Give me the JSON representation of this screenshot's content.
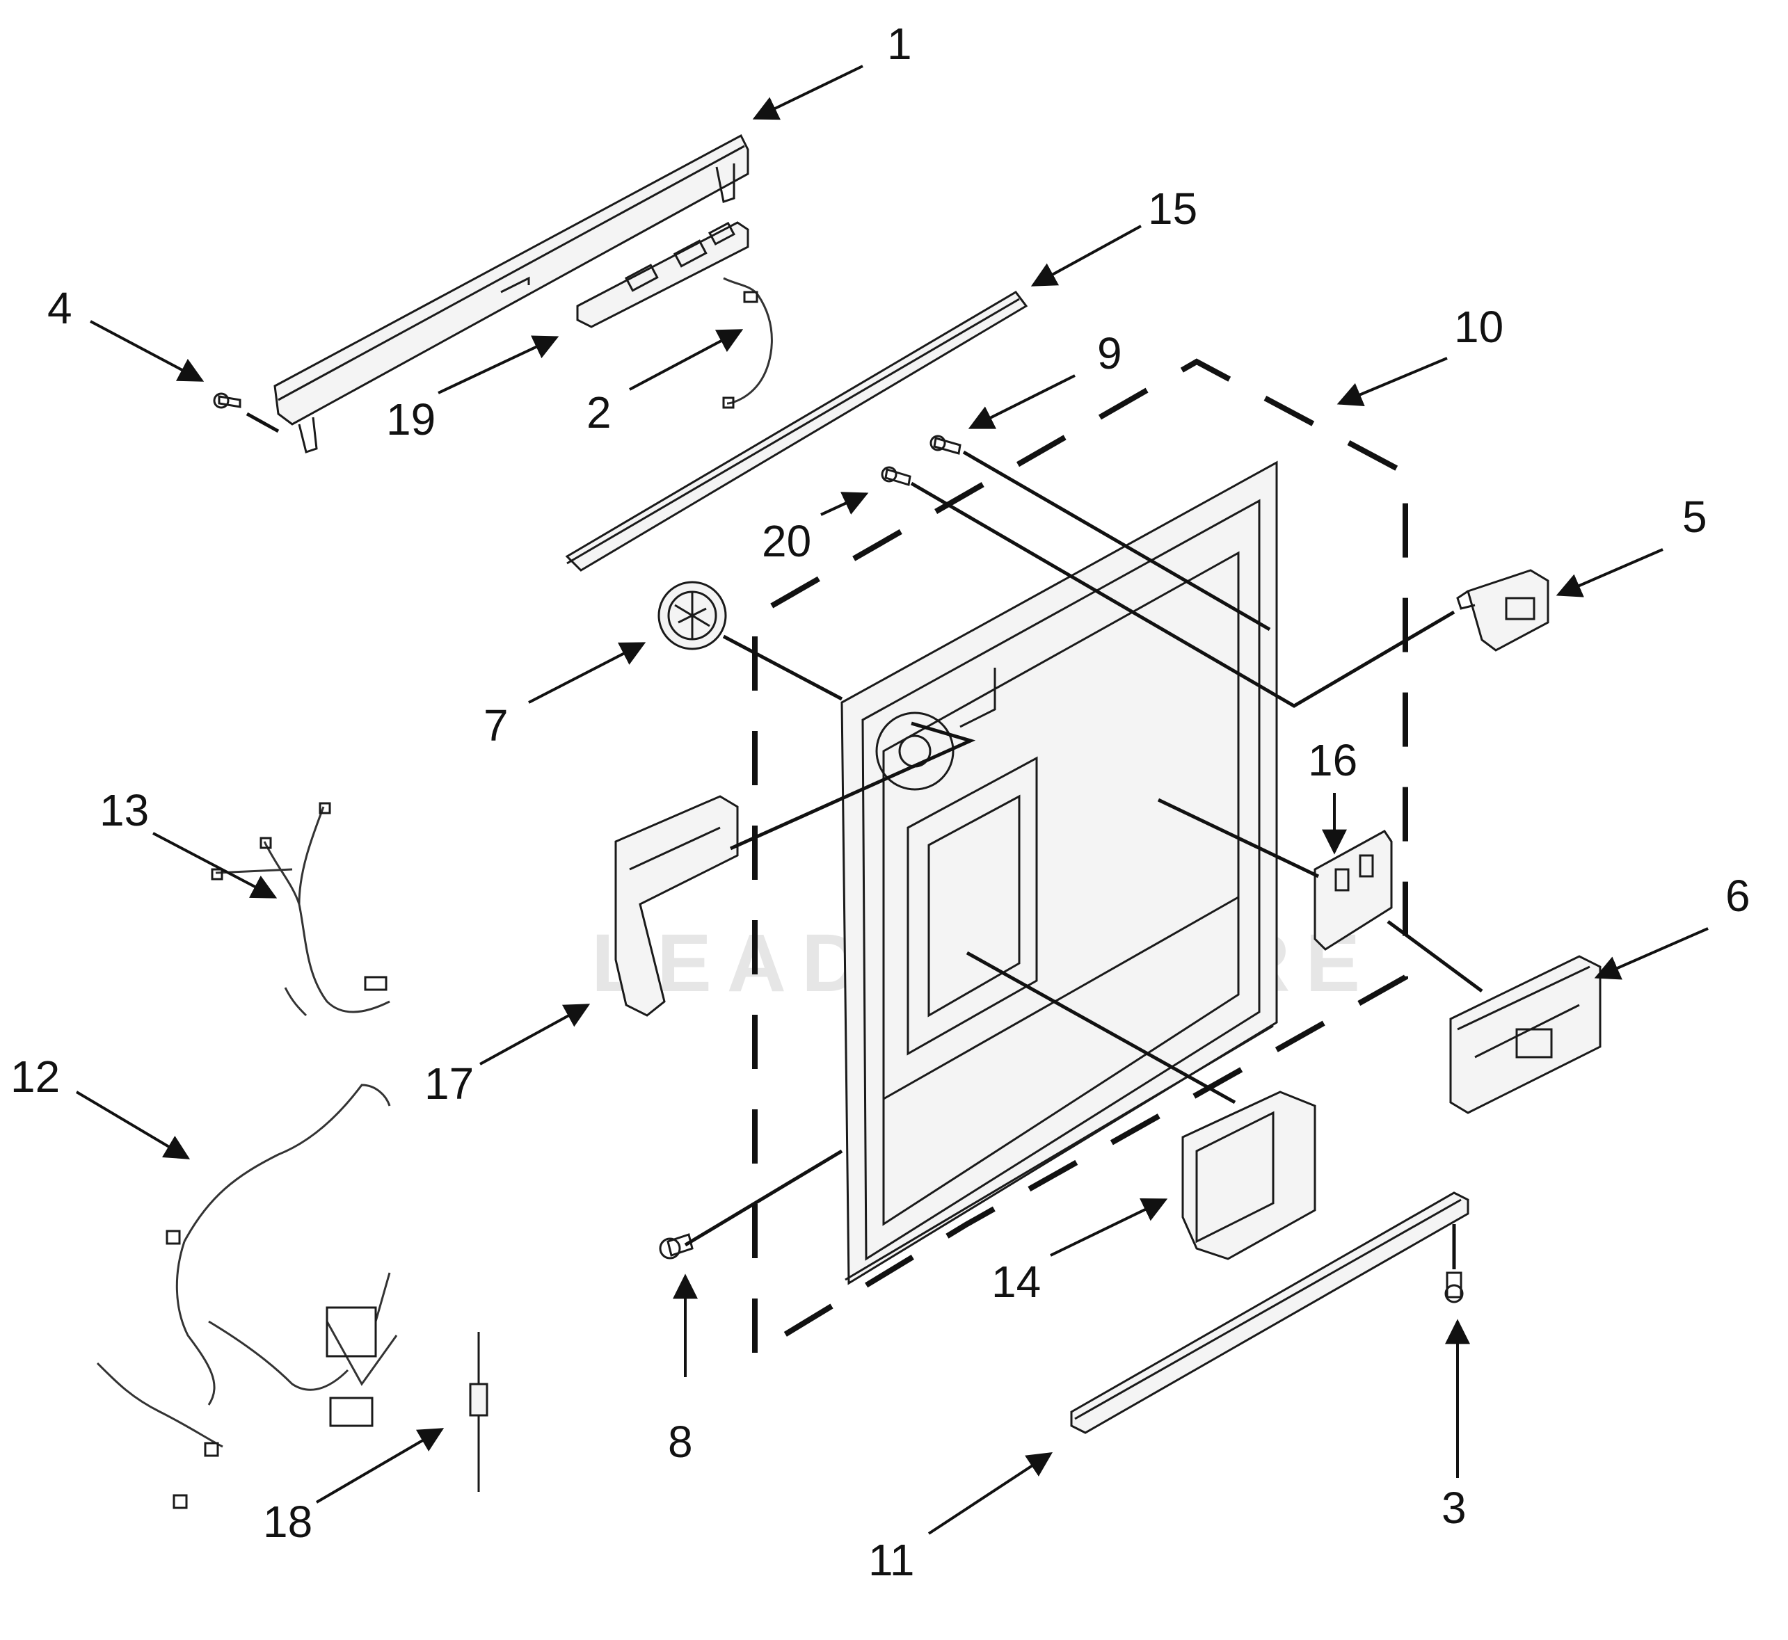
{
  "watermark": "LEADVENTURE",
  "colors": {
    "ink": "#111111",
    "watermark": "#e6e6e6",
    "background": "#ffffff"
  },
  "callouts": {
    "c1": "1",
    "c2": "2",
    "c3": "3",
    "c4": "4",
    "c5": "5",
    "c6": "6",
    "c7": "7",
    "c8": "8",
    "c9": "9",
    "c10": "10",
    "c11": "11",
    "c12": "12",
    "c13": "13",
    "c14": "14",
    "c15": "15",
    "c16": "16",
    "c17": "17",
    "c18": "18",
    "c19": "19",
    "c20": "20"
  }
}
